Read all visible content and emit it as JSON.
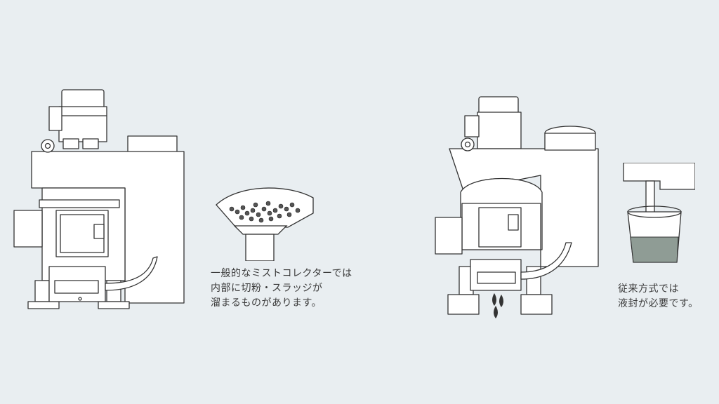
{
  "colors": {
    "background": "#e9eef1",
    "line": "#333333",
    "fill": "#ffffff",
    "oil": "#8f9c95"
  },
  "left_figure": {
    "icon": "conventional-mist-collector-illustration",
    "detail_icon": "sludge-accumulation-closeup",
    "caption_lines": [
      "一般的なミストコレクターでは",
      "内部に切粉・スラッジが",
      "溜まるものがあります。"
    ]
  },
  "right_figure": {
    "icon": "dripping-mist-collector-illustration",
    "detail_icon": "liquid-seal-cup-closeup",
    "caption_lines": [
      "従来方式では",
      "液封が必要です。"
    ]
  }
}
